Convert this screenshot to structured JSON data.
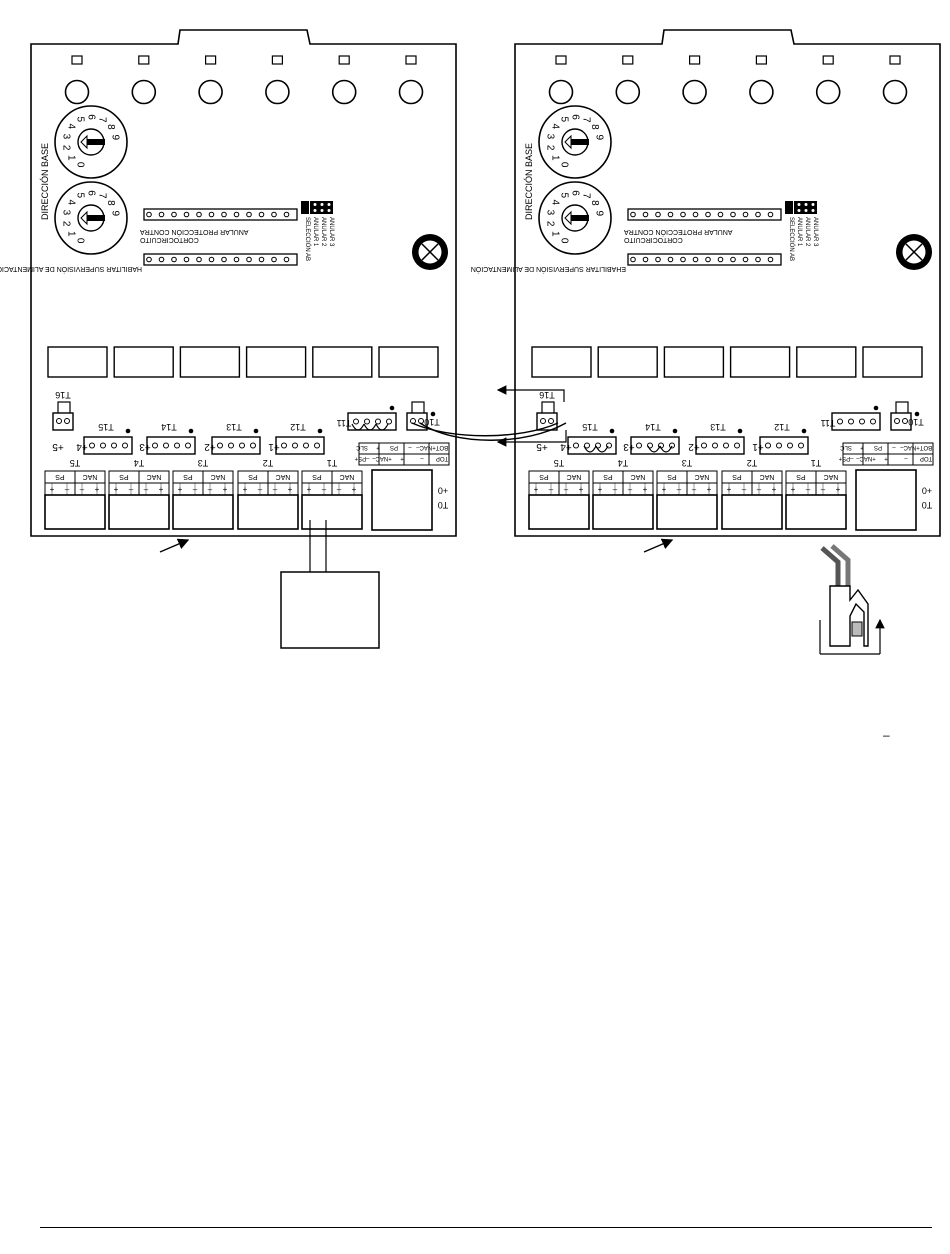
{
  "labels": {
    "base_address": "DIRECCIÓN BASE",
    "short_circuit_line1": "ANULAR PROTECCIÓN CONTRA",
    "short_circuit_line2": "CORTOCIRCUITO",
    "power_supervision": "HABILITAR SUPERVISIÓN DE ALIMENTACIÓN",
    "power_supervision_right": "EHABILITAR SUPERVISIÓN DE ALIMENTACIÓN",
    "ab_selection": "SELECCIÓN AB",
    "ring1": "ANULAR 1",
    "ring2": "ANULAR 2",
    "ring3": "ANULAR 3"
  },
  "dial_digits": [
    "0",
    "1",
    "2",
    "3",
    "4",
    "5",
    "6",
    "7",
    "8",
    "9"
  ],
  "terminals": {
    "lower": [
      "T1",
      "T2",
      "T3",
      "T4",
      "T5"
    ],
    "upper": [
      "T12",
      "T13",
      "T14",
      "T15"
    ],
    "t10": "T10",
    "t11": "T11",
    "t16": "T16",
    "t0": "T0",
    "plus_labels": [
      "+1",
      "+2",
      "+3",
      "+4",
      "+5"
    ],
    "zero_plus": "0+"
  },
  "block_header": {
    "nac": "NAC",
    "ps": "PS",
    "plus": "+",
    "minus": "–"
  },
  "slc_table": {
    "row1": [
      "TOP",
      "–",
      "+",
      "+NAC–",
      "–PS+"
    ],
    "row2": [
      "BOT",
      "+NAC–",
      "–",
      "PS",
      "+",
      "SLC"
    ]
  },
  "footer_mark": "–"
}
